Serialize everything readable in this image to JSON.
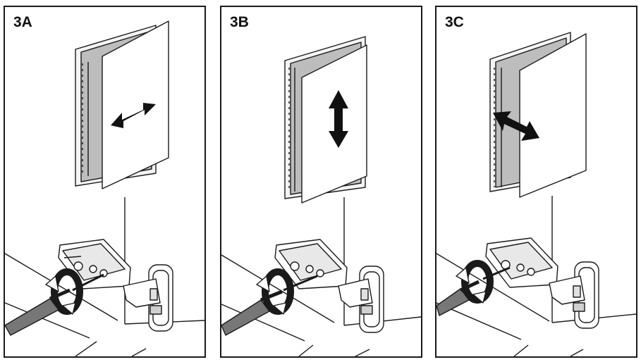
{
  "panels": [
    {
      "label": "3A",
      "arrow": "horizontal"
    },
    {
      "label": "3B",
      "arrow": "vertical"
    },
    {
      "label": "3C",
      "arrow": "depth"
    }
  ],
  "colors": {
    "line": "#1a1a1a",
    "handle": "#777777",
    "frame": "#bdbdbd"
  }
}
